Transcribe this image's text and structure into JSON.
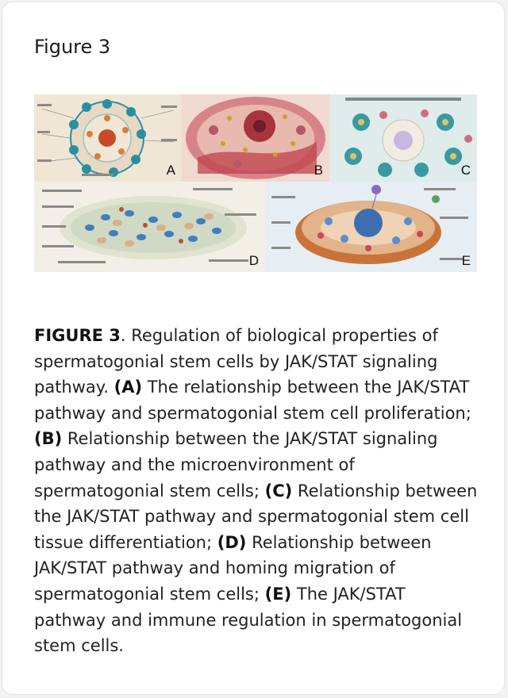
{
  "heading": "Figure 3",
  "figure": {
    "panels": [
      {
        "letter": "A",
        "theme": "spermatogonial stem cell proliferation",
        "colors": {
          "bg": "#efe6d6",
          "ring": "#2a8fa0",
          "core": "#c84a2a"
        }
      },
      {
        "letter": "B",
        "theme": "stem cell microenvironment",
        "colors": {
          "bg": "#f1d9cf",
          "tissue": "#c0424a",
          "cell": "#a8343e"
        }
      },
      {
        "letter": "C",
        "theme": "tissue differentiation",
        "colors": {
          "bg": "#dfeceb",
          "cell": "#3a9aa0",
          "accent": "#e0c070"
        }
      },
      {
        "letter": "D",
        "theme": "homing migration",
        "colors": {
          "bg": "#f3efe6",
          "blue": "#3f7fc0",
          "tan": "#d7b08a"
        }
      },
      {
        "letter": "E",
        "theme": "immune regulation",
        "colors": {
          "bg": "#e7eef3",
          "core": "#3d6fb0",
          "rim": "#c9733a"
        }
      }
    ]
  },
  "caption": {
    "label": "FIGURE 3",
    "intro": ". Regulation of biological properties of spermatogonial stem cells by JAK/STAT signaling pathway.",
    "items": [
      {
        "tag": "(A)",
        "text": " The relationship between the JAK/STAT pathway and spermatogonial stem cell proliferation;"
      },
      {
        "tag": "(B)",
        "text": " Relationship between the JAK/STAT signaling pathway and the microenvironment of spermatogonial stem cells;"
      },
      {
        "tag": "(C)",
        "text": " Relationship between the JAK/STAT pathway and spermatogonial stem cell tissue differentiation;"
      },
      {
        "tag": "(D)",
        "text": " Relationship between JAK/STAT pathway and homing migration of spermatogonial stem cells;"
      },
      {
        "tag": "(E)",
        "text": " The JAK/STAT pathway and immune regulation in spermatogonial stem cells."
      }
    ]
  }
}
